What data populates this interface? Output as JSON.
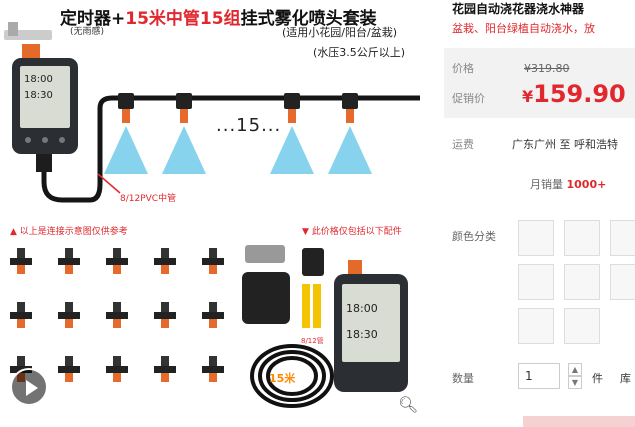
{
  "banner": {
    "title_prefix": "定时器+",
    "title_red": "15米中管15组",
    "title_suffix": "挂式雾化喷头套装",
    "no_rain": "(无雨感)",
    "subtitle1": "(适用小花园/阳台/盆栽)",
    "subtitle2": "(水压3.5公斤以上)",
    "pipe_label": "8/12PVC中管",
    "dots": "...15...",
    "strip_left": "▲ 以上是连接示意图仅供参考",
    "strip_right": "▼ 此价格仅包括以下配件",
    "count_label": "8/12管",
    "length_label": "15米",
    "timer_times": [
      "18:00",
      "18:30"
    ]
  },
  "product": {
    "title": "花园自动浇花器浇水神器",
    "subtitle": "盆栽、阳台绿植自动浇水，放",
    "price_label": "价格",
    "original_price": "¥319.80",
    "promo_label": "促销价",
    "promo_price": "159.90",
    "currency": "¥",
    "shipping_label": "运费",
    "shipping_value": "广东广州  至  呼和浩特",
    "monthly_label": "月销量",
    "monthly_value": "1000+",
    "color_label": "颜色分类",
    "quantity_label": "数量",
    "quantity_value": "1",
    "unit": "件",
    "stock": "库"
  },
  "colors": {
    "accent": "#e0282e",
    "orange": "#ff8a00"
  }
}
